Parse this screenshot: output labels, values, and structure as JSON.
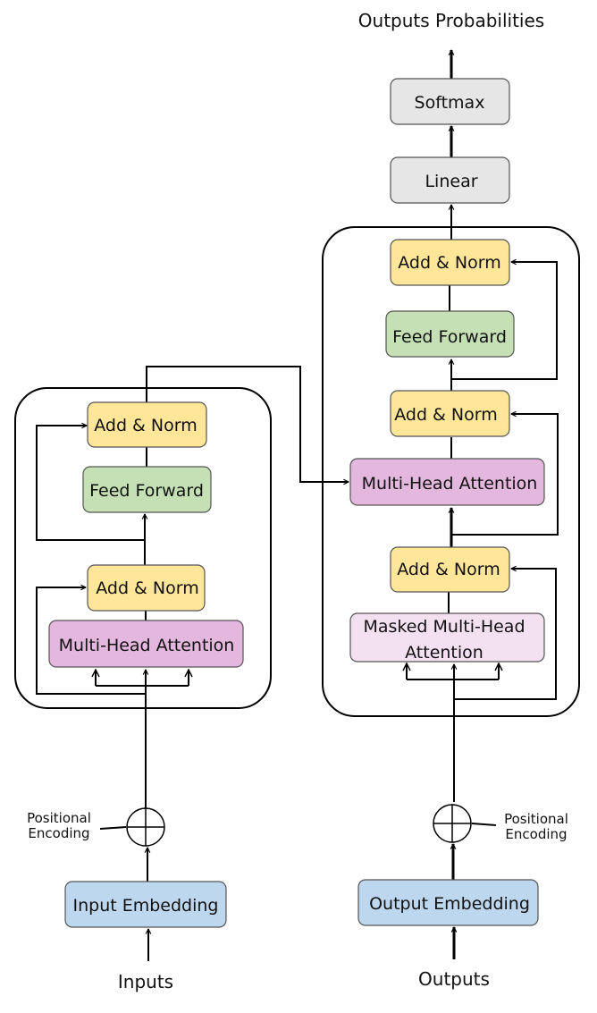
{
  "colors": {
    "add_norm": "#FFE699",
    "feed_forward": "#C5E0B4",
    "attention": "#E4B8DE",
    "masked_attention": "#F3E0F1",
    "embedding": "#BDD7EE",
    "output_head": "#E6E6E6"
  },
  "output_probabilities": "Outputs Probabilities",
  "softmax": "Softmax",
  "linear": "Linear",
  "encoder": {
    "add_norm_top": "Add & Norm",
    "feed_forward": "Feed Forward",
    "add_norm_bottom": "Add & Norm",
    "attention": "Multi-Head Attention"
  },
  "decoder": {
    "add_norm_top": "Add & Norm",
    "feed_forward": "Feed Forward",
    "add_norm_middle": "Add & Norm",
    "cross_attention": "Multi-Head Attention",
    "add_norm_bottom": "Add & Norm",
    "masked_attention_line1": "Masked Multi-Head",
    "masked_attention_line2": "Attention"
  },
  "input_embedding": "Input Embedding",
  "output_embedding": "Output Embedding",
  "inputs": "Inputs",
  "outputs": "Outputs",
  "positional_encoding_left": {
    "line1": "Positional",
    "line2": "Encoding"
  },
  "positional_encoding_right": {
    "line1": "Positional",
    "line2": "Encoding"
  }
}
